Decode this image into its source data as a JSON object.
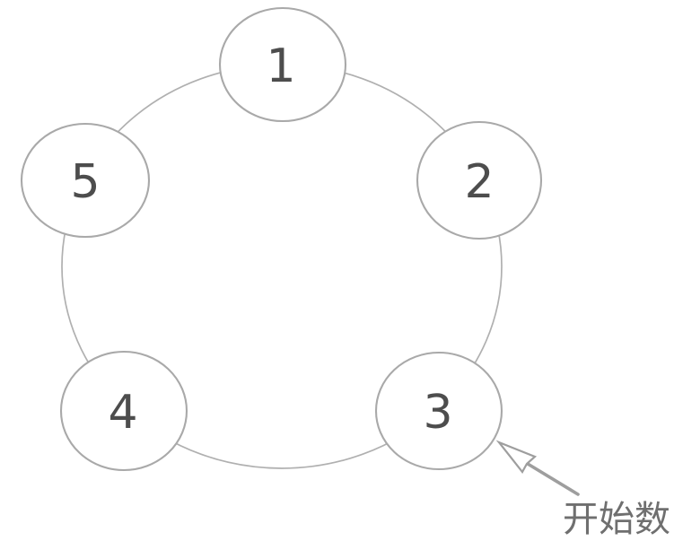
{
  "diagram": {
    "type": "circle-counting-diagram",
    "description_visible_elements": "five numbered circles on a ring with an arrow marking the starting circle",
    "nodes": [
      {
        "label": "1"
      },
      {
        "label": "2"
      },
      {
        "label": "3"
      },
      {
        "label": "4"
      },
      {
        "label": "5"
      }
    ],
    "annotation": {
      "label": "开始数",
      "points_to_node": "3"
    },
    "colors": {
      "ring_stroke": "#b0b0b0",
      "node_stroke": "#a9a9a9",
      "node_fill": "#ffffff",
      "number_text": "#4d4d4d",
      "arrow": "#9e9e9e",
      "annotation_text": "#6f6f6f",
      "background": "#ffffff"
    }
  }
}
